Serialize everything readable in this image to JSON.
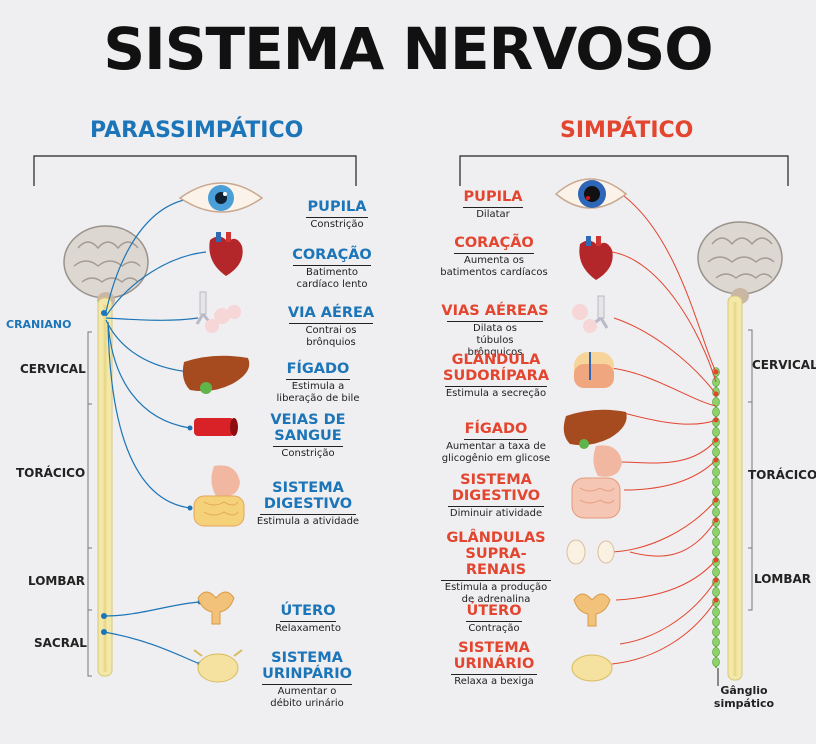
{
  "title": "SISTEMA NERVOSO",
  "parasympathetic": {
    "title": "PARASSIMPÁTICO",
    "cranial_label": "CRANIANO",
    "segments": [
      "CERVICAL",
      "TORÁCICO",
      "LOMBAR",
      "SACRAL"
    ],
    "organs": [
      {
        "name": "PUPILA",
        "desc": "Constrição"
      },
      {
        "name": "CORAÇÃO",
        "desc": "Batimento cardíaco lento"
      },
      {
        "name": "VIA AÉREA",
        "desc": "Contrai os brônquios"
      },
      {
        "name": "FÍGADO",
        "desc": "Estimula a liberação de bile"
      },
      {
        "name": "VEIAS DE SANGUE",
        "desc": "Constrição"
      },
      {
        "name": "SISTEMA DIGESTIVO",
        "desc": "Estimula a atividade"
      },
      {
        "name": "ÚTERO",
        "desc": "Relaxamento"
      },
      {
        "name": "SISTEMA URINPÁRIO",
        "desc": "Aumentar o débito urinário"
      }
    ]
  },
  "sympathetic": {
    "title": "SIMPÁTICO",
    "segments": [
      "CERVICAL",
      "TORÁCICO",
      "LOMBAR"
    ],
    "ganglion_label": "Gânglio simpático",
    "organs": [
      {
        "name": "PUPILA",
        "desc": "Dilatar"
      },
      {
        "name": "CORAÇÃO",
        "desc": "Aumenta os batimentos cardíacos"
      },
      {
        "name": "VIAS AÉREAS",
        "desc": "Dilata os túbulos brônquicos"
      },
      {
        "name": "GLÂNDULA SUDORÍPARA",
        "desc": "Estimula a secreção"
      },
      {
        "name": "FÍGADO",
        "desc": "Aumentar a taxa de glicogênio em glicose"
      },
      {
        "name": "SISTEMA DIGESTIVO",
        "desc": "Diminuir atividade"
      },
      {
        "name": "GLÂNDULAS SUPRA-RENAIS",
        "desc": "Estimula a produção de adrenalina"
      },
      {
        "name": "ÚTERO",
        "desc": "Contração"
      },
      {
        "name": "SISTEMA URINÁRIO",
        "desc": "Relaxa a bexiga"
      }
    ]
  },
  "colors": {
    "parasympathetic": "#1b75b8",
    "sympathetic": "#e3452f",
    "ganglion": "#8fd16a",
    "spine": "#f3e8a8"
  }
}
